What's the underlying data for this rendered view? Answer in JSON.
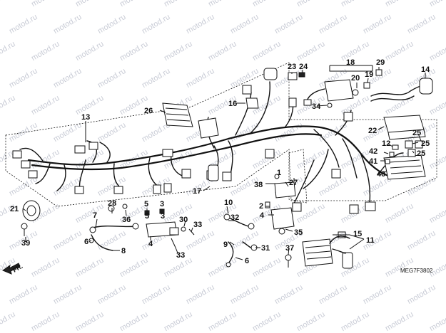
{
  "watermark": "motod.ru",
  "diagram_code": "MEG7F3802",
  "direction_label": "FR.",
  "callouts": {
    "c1": "1",
    "c2": "2",
    "c3": "3",
    "c4": "4",
    "c5": "5",
    "c6": "6",
    "c7": "7",
    "c8": "8",
    "c9": "9",
    "c10": "10",
    "c11": "11",
    "c12": "12",
    "c13": "13",
    "c14": "14",
    "c15": "15",
    "c16": "16",
    "c17": "17",
    "c18": "18",
    "c19": "19",
    "c20": "20",
    "c21": "21",
    "c22": "22",
    "c23": "23",
    "c24": "24",
    "c25": "25",
    "c26": "26",
    "c27": "27",
    "c28": "28",
    "c29": "29",
    "c30": "30",
    "c31": "31",
    "c32": "32",
    "c33": "33",
    "c34": "34",
    "c35": "35",
    "c36": "36",
    "c37": "37",
    "c38": "38",
    "c39": "39",
    "c40": "40",
    "c41": "41",
    "c42": "42"
  }
}
